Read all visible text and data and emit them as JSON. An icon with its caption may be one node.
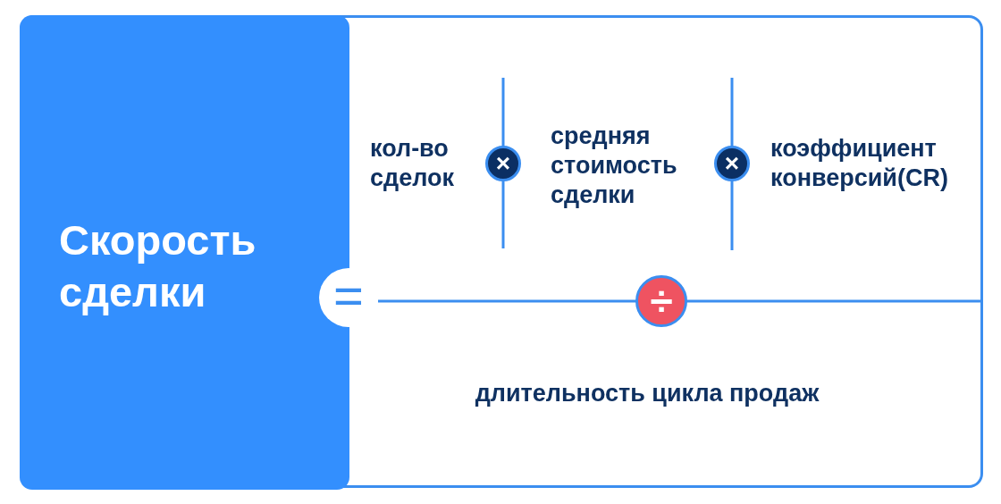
{
  "diagram": {
    "nodes": [
      {
        "text": [],
        "shape": "box"
      },
      {
        "text": [
          "Скорость сделки"
        ],
        "in": 0
      },
      {
        "text": [
          "="
        ],
        "in": 0
      },
      {
        "text": [
          "×"
        ],
        "in": 0
      },
      {
        "text": [
          "×"
        ],
        "in": 0
      },
      {
        "text": [
          "÷"
        ],
        "in": 0
      }
    ],
    "labels": [
      "кол-во сделок",
      "средняя стоимость сделки",
      "коэффициент конверсий(CR)",
      "длительность цикла продаж"
    ]
  }
}
